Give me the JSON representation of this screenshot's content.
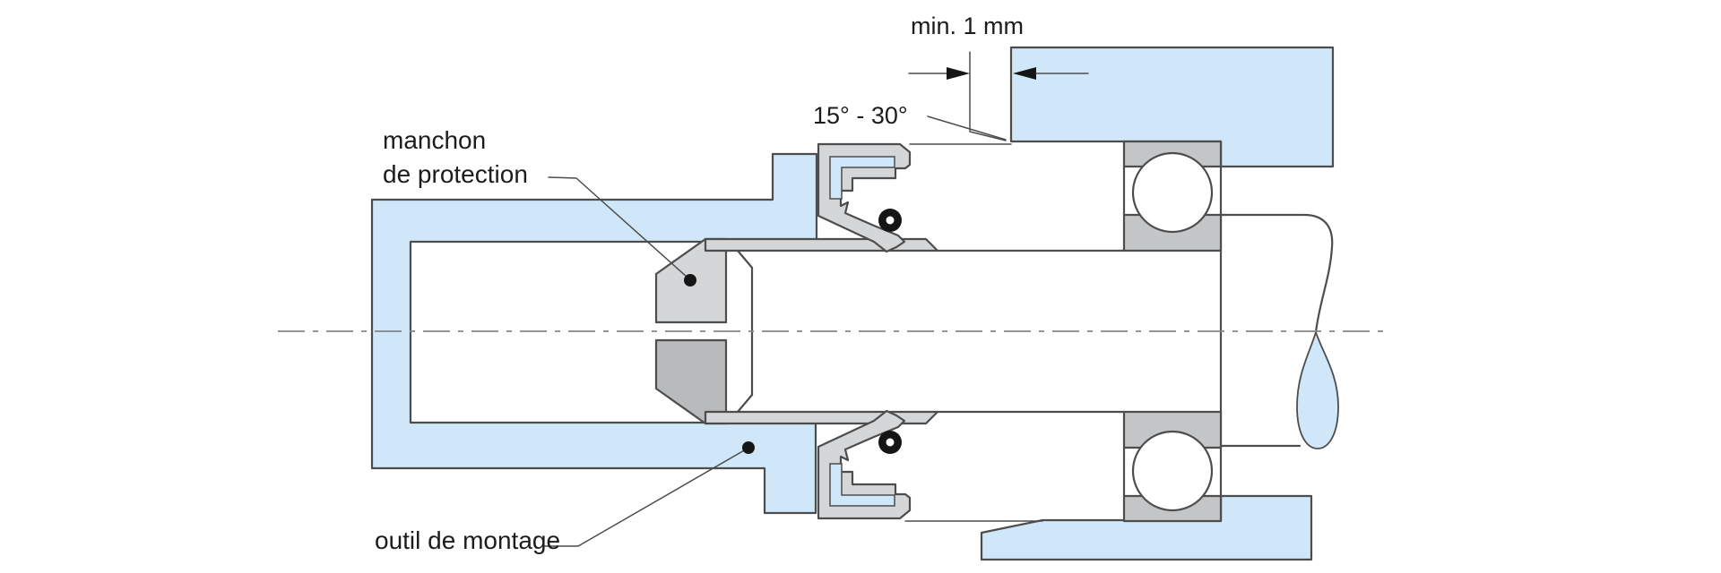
{
  "diagram": {
    "title": "seal-mounting-cross-section",
    "labels": {
      "protection_sleeve_line1": "manchon",
      "protection_sleeve_line2": "de protection",
      "mounting_tool": "outil de montage",
      "min_gap": "min. 1 mm",
      "chamfer_angle": "15° - 30°"
    },
    "colors": {
      "background": "#ffffff",
      "part_blue": "#cfe7f8",
      "part_gray": "#d4d6d8",
      "part_gray_dark": "#b9babc",
      "bearing_gray": "#c3c5c7",
      "outline": "#4d4d4d",
      "centerline": "#858585",
      "spring_black": "#151515",
      "text": "#1c1c1c"
    }
  }
}
